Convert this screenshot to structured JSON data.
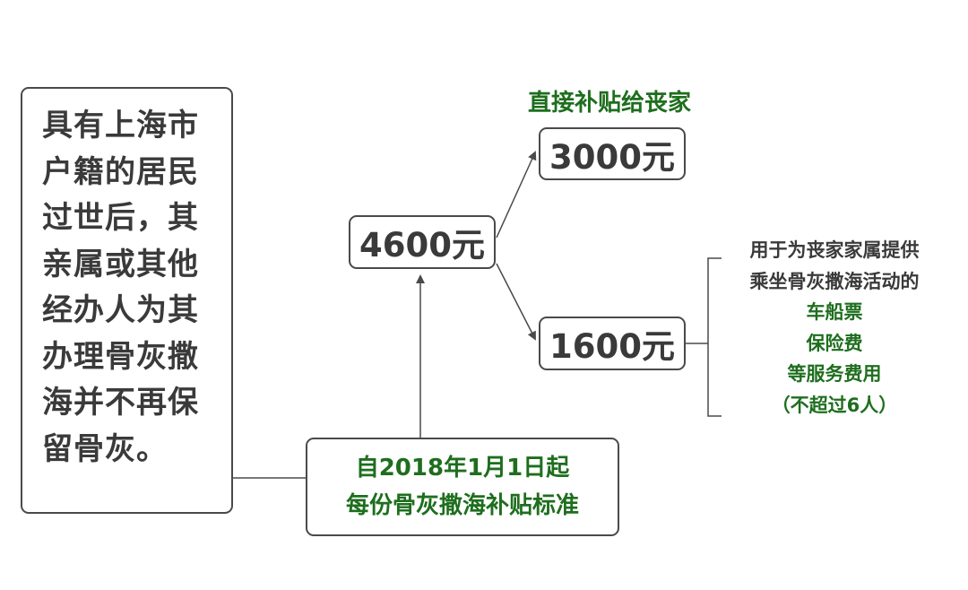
{
  "left_box": {
    "lines": [
      "具有上海市",
      "户籍的居民",
      "过世后，其",
      "亲属或其他",
      "经办人为其",
      "办理骨灰撒",
      "海并不再保",
      "留骨灰。"
    ]
  },
  "center_box": {
    "label": "4600元"
  },
  "upper_box": {
    "label": "3000元",
    "caption": "直接补贴给丧家"
  },
  "lower_box": {
    "label": "1600元"
  },
  "description": {
    "line1": "用于为丧家家属提供",
    "line2": "乘坐骨灰撒海活动的",
    "item1": "车船票",
    "item2": "保险费",
    "item3": "等服务费用",
    "note": "（不超过6人）"
  },
  "bottom_box": {
    "line1": "自2018年1月1日起",
    "line2": "每份骨灰撒海补贴标准"
  },
  "colors": {
    "border": "#4a4a4a",
    "text": "#3a3a3a",
    "green": "#1e6e1e"
  }
}
